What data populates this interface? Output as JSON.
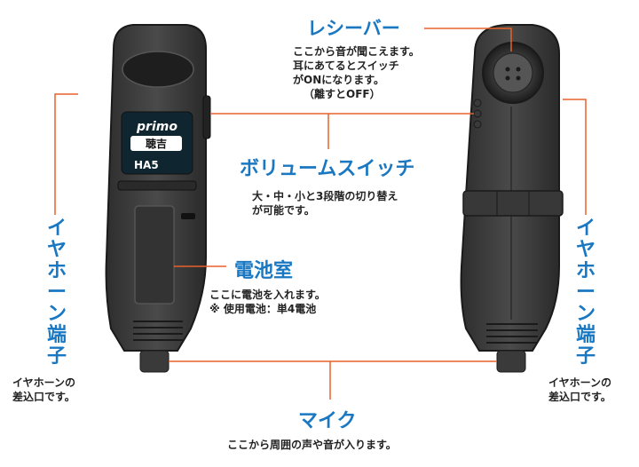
{
  "device": {
    "brand": "primo",
    "badge": "聴吉",
    "model": "HA5"
  },
  "labels": {
    "receiver": {
      "title": "レシーバー",
      "desc": [
        "ここから音が聞こえます。",
        "耳にあてるとスイッチ",
        "がONになります。",
        "（離すとOFF）"
      ]
    },
    "volume": {
      "title": "ボリュームスイッチ",
      "desc": [
        "大・中・小と3段階の切り替え",
        "が可能です。"
      ]
    },
    "battery": {
      "title": "電池室",
      "desc": [
        "ここに電池を入れます。",
        "※ 使用電池：単4電池"
      ]
    },
    "earphone_left": {
      "title": "イヤホーン端子",
      "desc": [
        "イヤホーンの",
        "差込口です。"
      ]
    },
    "earphone_right": {
      "title": "イヤホーン端子",
      "desc": [
        "イヤホーンの",
        "差込口です。"
      ]
    },
    "mic": {
      "title": "マイク",
      "desc": [
        "ここから周囲の声や音が入ります。"
      ]
    }
  },
  "colors": {
    "accent": "#1a78c2",
    "leader": "#e8622a",
    "body": "#3c3c3c",
    "body_dark": "#2a2a2a",
    "label_bg": "#0f2530"
  }
}
